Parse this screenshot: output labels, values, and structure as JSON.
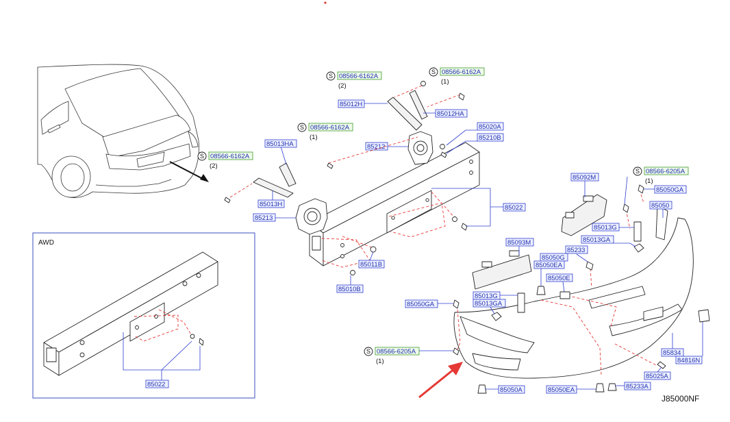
{
  "diagram": {
    "inset_title": "AWD",
    "diagram_code": "J85000NF",
    "symbol_s": "S",
    "ref_parts": [
      {
        "id": "ref-1",
        "code": "08566-6162A",
        "qty": "(2)"
      },
      {
        "id": "ref-2",
        "code": "08566-6162A",
        "qty": "(1)"
      },
      {
        "id": "ref-3",
        "code": "08566-6162A",
        "qty": "(1)"
      },
      {
        "id": "ref-4",
        "code": "08566-6162A",
        "qty": "(2)"
      },
      {
        "id": "ref-5",
        "code": "08566-6205A",
        "qty": "(1)"
      },
      {
        "id": "ref-6",
        "code": "08566-6205A",
        "qty": "(1)"
      }
    ],
    "part_labels": [
      "85012H",
      "85012HA",
      "85020A",
      "85210B",
      "85212",
      "85013HA",
      "85013H",
      "85213",
      "85022",
      "85011B",
      "85010B",
      "85092M",
      "85050GA",
      "85050",
      "85013G",
      "85013GA",
      "85233",
      "85093M",
      "85050G",
      "85050EA",
      "85050E",
      "85013G",
      "85013GA",
      "85050GA",
      "85834",
      "84816N",
      "85025A",
      "85050A",
      "85050EA",
      "85233A",
      "85022"
    ]
  }
}
